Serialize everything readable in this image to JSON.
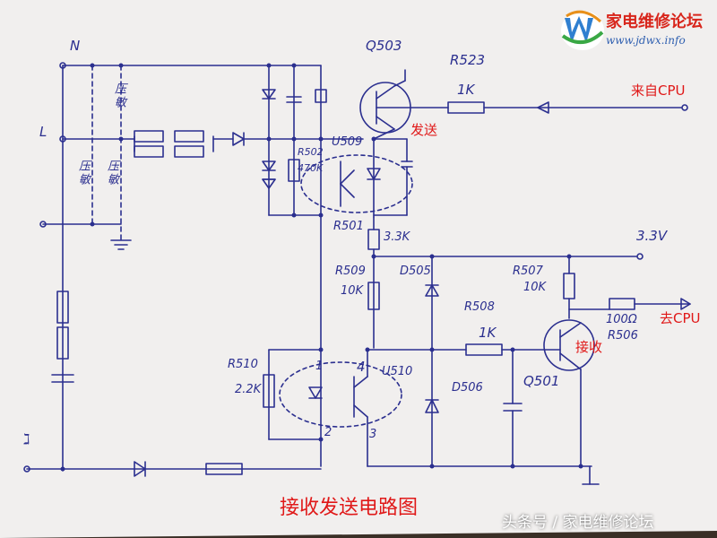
{
  "logo": {
    "name": "家电维修论坛",
    "url": "www.jdwx.info"
  },
  "caption": "接收发送电路图",
  "watermark": "头条号 / 家电维修论坛",
  "annotations": {
    "from_cpu": "来自CPU",
    "send": "发送",
    "to_cpu": "去CPU",
    "receive": "接收"
  },
  "labels": {
    "N": "N",
    "L": "L",
    "varistor": "压敏",
    "q503": "Q503",
    "r523": "R523",
    "r523_val": "1K",
    "u509": "U509",
    "r502": "R502",
    "r502_val": "470K",
    "r501": "R501",
    "r501_val": "3.3K",
    "v33": "3.3V",
    "r509": "R509",
    "r509_val": "10K",
    "d505": "D505",
    "r508": "R508",
    "r508_val": "1K",
    "r507": "R507",
    "r507_val": "10K",
    "r506_val": "100Ω",
    "r506": "R506",
    "r510": "R510",
    "r510_val": "2.2K",
    "u510": "U510",
    "d506": "D506",
    "q501": "Q501",
    "pin1": "1",
    "pin2": "2",
    "pin4": "4",
    "pin3": "3",
    "pin_j": "ℷ"
  },
  "colors": {
    "paper": "#f1efee",
    "ink": "#2b2f8f",
    "accent": "#e01818"
  }
}
